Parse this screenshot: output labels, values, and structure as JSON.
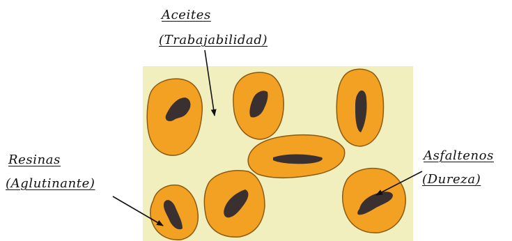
{
  "labels": {
    "aceites": {
      "line1": "Aceites",
      "line2": "(Trabajabilidad)"
    },
    "resinas": {
      "line1": "Resinas",
      "line2": "(Aglutinante)"
    },
    "asfaltenos": {
      "line1": "Asfaltenos",
      "line2": "(Dureza)"
    }
  },
  "colors": {
    "background_panel": "#f2efbf",
    "particle_fill": "#f3a122",
    "particle_outline": "#8a5a10",
    "core_fill": "#3b3030",
    "arrow": "#111111"
  }
}
